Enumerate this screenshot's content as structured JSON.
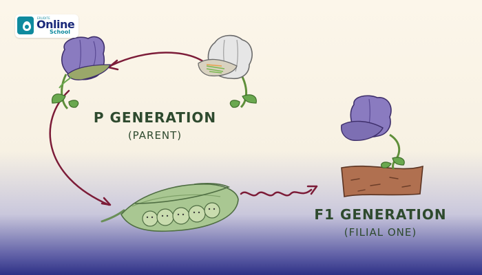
{
  "logo": {
    "tagline": "ERUDITE",
    "name": "Online",
    "sub": "School"
  },
  "p_generation": {
    "title": "P GENERATION",
    "subtitle": "(PARENT)"
  },
  "f1_generation": {
    "title": "F1 GENERATION",
    "subtitle": "(FILIAL ONE)"
  },
  "colors": {
    "purple_flower": "#8a7bc0",
    "white_flower": "#e6e6e6",
    "leaf_green": "#6aa84f",
    "pod_green": "#a9c792",
    "arrow": "#7c1c38",
    "soil": "#b07050",
    "text": "#2e4a2e"
  }
}
